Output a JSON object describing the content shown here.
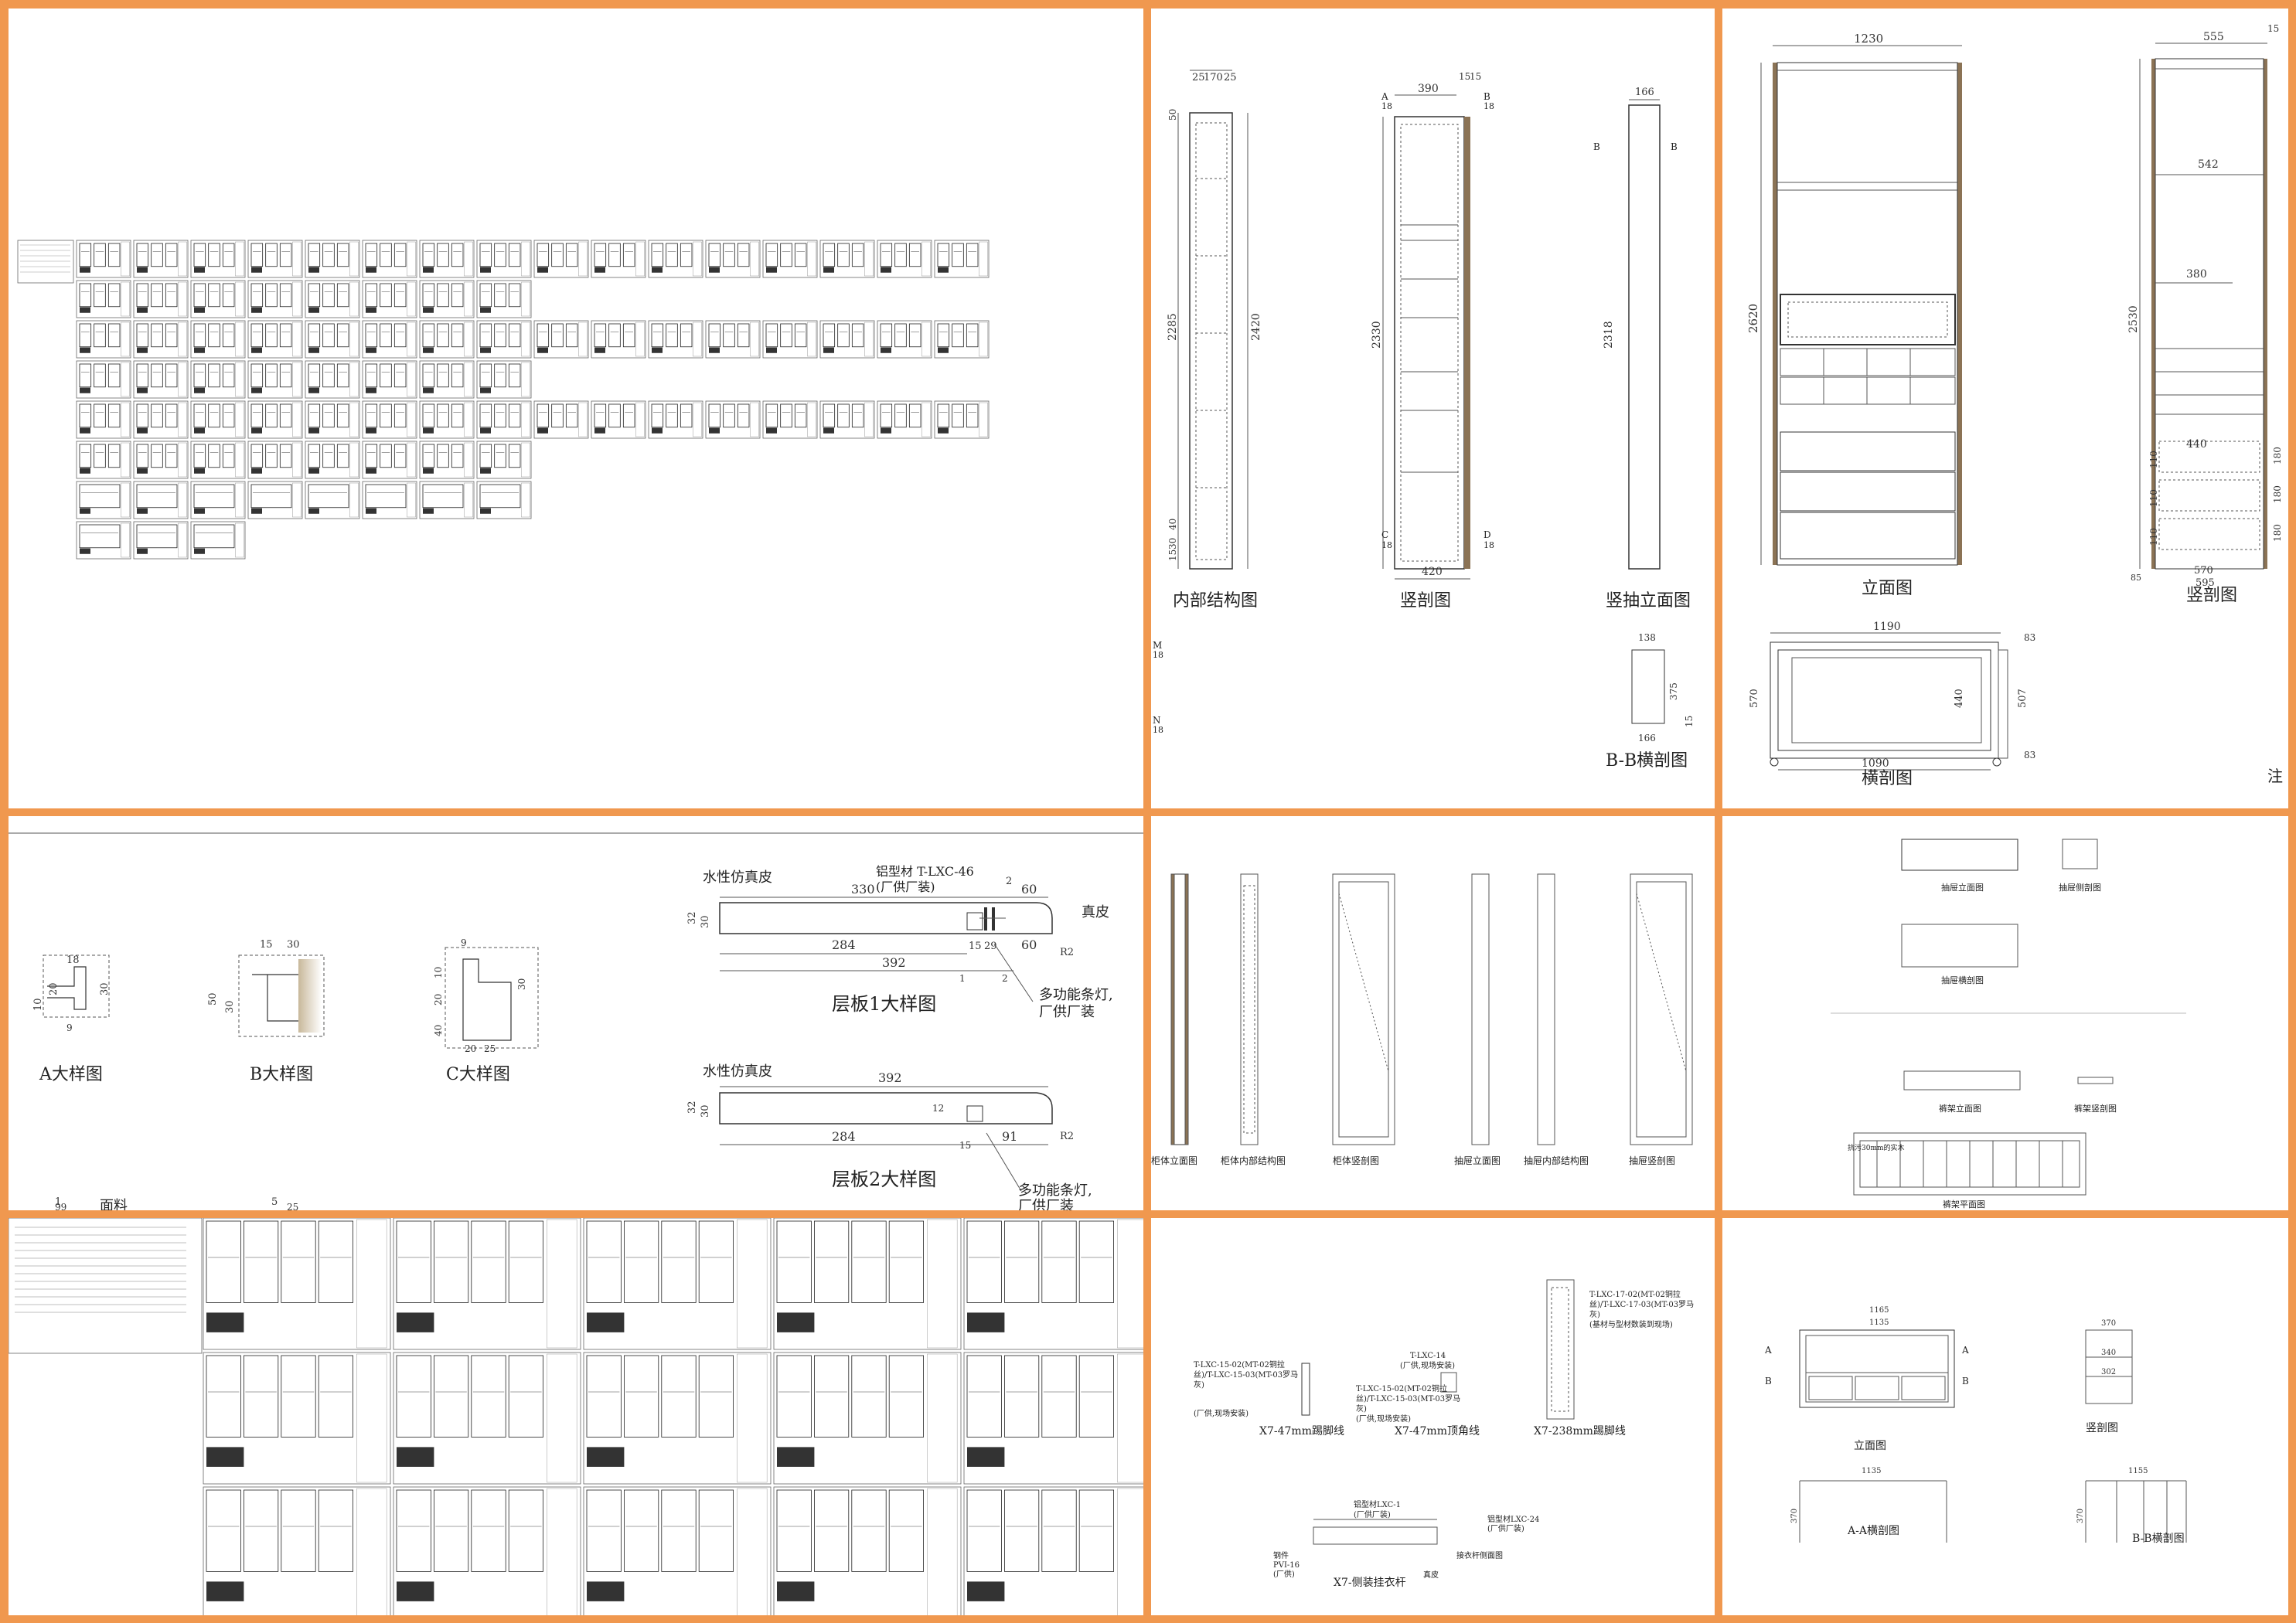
{
  "colors": {
    "frame": "#f0984f",
    "line": "#333333",
    "wood": "#8b7355",
    "paper": "#ffffff"
  },
  "p2": {
    "titles": [
      "内部结构图",
      "竖剖图",
      "竖抽立面图",
      "B-B横剖图"
    ],
    "dims": {
      "a1": "25",
      "a2": "170",
      "a3": "25",
      "a4": "50",
      "a5": "2285",
      "a6": "2420",
      "a7": "15",
      "a8": "30",
      "a9": "40",
      "b1": "390",
      "b2": "15",
      "b3": "15",
      "b4": "2330",
      "b5": "420",
      "c1": "166",
      "c2": "2318",
      "d1": "138",
      "d2": "375",
      "d3": "15",
      "d4": "166"
    },
    "marks": {
      "A": "A",
      "B": "B",
      "C": "C",
      "D": "D",
      "M": "M",
      "N": "N",
      "n18": "18"
    }
  },
  "p3": {
    "titles": [
      "立面图",
      "竖剖图",
      "横剖图",
      "注"
    ],
    "dims": {
      "w1": "1230",
      "h1": "2620",
      "s1": "555",
      "s2": "542",
      "s3": "380",
      "s4": "2530",
      "s5": "440",
      "s6": "110",
      "s7": "180",
      "s8": "570",
      "s9": "595",
      "s10": "15",
      "s11": "85",
      "t1": "1190",
      "t2": "570",
      "t3": "440",
      "t4": "507",
      "t5": "1090",
      "t6": "83"
    }
  },
  "p5": {
    "texts": {
      "veneer1": "水性仿真皮",
      "alu": "铝型材 T-LXC-46",
      "alu2": "(厂供厂装)",
      "skin": "真皮",
      "light": "多功能条灯,",
      "light2": "厂供厂装",
      "veneer2": "水性仿真皮"
    },
    "dims": {
      "d330": "330",
      "d60": "60",
      "d2": "2",
      "d32": "32",
      "d30": "30",
      "d284": "284",
      "d392": "392",
      "d15": "15",
      "d29": "29",
      "d1": "1",
      "d12": "12",
      "d91": "91",
      "dR2": "R2",
      "a18": "18",
      "a20": "20",
      "a10": "10",
      "a30": "30",
      "a9": "9",
      "b15": "15",
      "b30": "30",
      "b50": "50",
      "c10": "10",
      "c20": "20",
      "c40": "40",
      "c25": "25",
      "c_1": "1",
      "c_5": "5"
    },
    "titles": [
      "A大样图",
      "B大样图",
      "C大样图",
      "层板1大样图",
      "层板2大样图"
    ],
    "bottom": {
      "t1": "面料",
      "n1": "1",
      "n2": "5",
      "n3": "99",
      "n4": "25"
    }
  },
  "p6": {
    "titles": [
      "柜体立面图",
      "柜体内部结构图",
      "柜体竖剖图",
      "抽屉立面图",
      "抽屉内部结构图",
      "抽屉竖剖图"
    ]
  },
  "p7": {
    "titles": [
      "抽屉立面图",
      "抽屉侧剖图",
      "抽屉横剖图",
      "裤架立面图",
      "裤架竖剖图",
      "裤架平面图"
    ],
    "note": "抗污30mm的实木"
  },
  "p9": {
    "titles": [
      "X7-47mm踢脚线",
      "X7-47mm顶角线",
      "X7-238mm踢脚线",
      "X7-侧装挂衣杆"
    ],
    "notes": {
      "n1": "T-LXC-15-02(MT-02铜拉",
      "n2": "丝)/T-LXC-15-03(MT-03罗马",
      "n3": "灰)",
      "n4": "(厂供,现场安装)",
      "n5": "T-LXC-14",
      "n6": "(厂供,现场安装)",
      "n7": "T-LXC-17-02(MT-02铜拉",
      "n8": "丝)/T-LXC-17-03(MT-03罗马",
      "n9": "灰)",
      "n10": "(基材与型材数装到现场)",
      "n11": "铝型材LXC-1",
      "n12": "(厂供厂装)",
      "n13": "接衣杆侧面图",
      "n14": "铝型材LXC-24",
      "n15": "(厂供厂装)",
      "n16": "钢件",
      "n17": "PVI-16",
      "n18": "(厂供)",
      "n19": "真皮"
    }
  },
  "p10": {
    "titles": [
      "立面图",
      "竖剖图",
      "A-A横剖图",
      "B-B横剖图"
    ],
    "dims": {
      "e1": "1165",
      "e2": "1135",
      "e3": "370",
      "e4": "340",
      "e5": "302",
      "e6": "1135",
      "e7": "1155",
      "e8": "370",
      "e9": "370"
    },
    "marks": {
      "A": "A",
      "B": "B"
    }
  }
}
